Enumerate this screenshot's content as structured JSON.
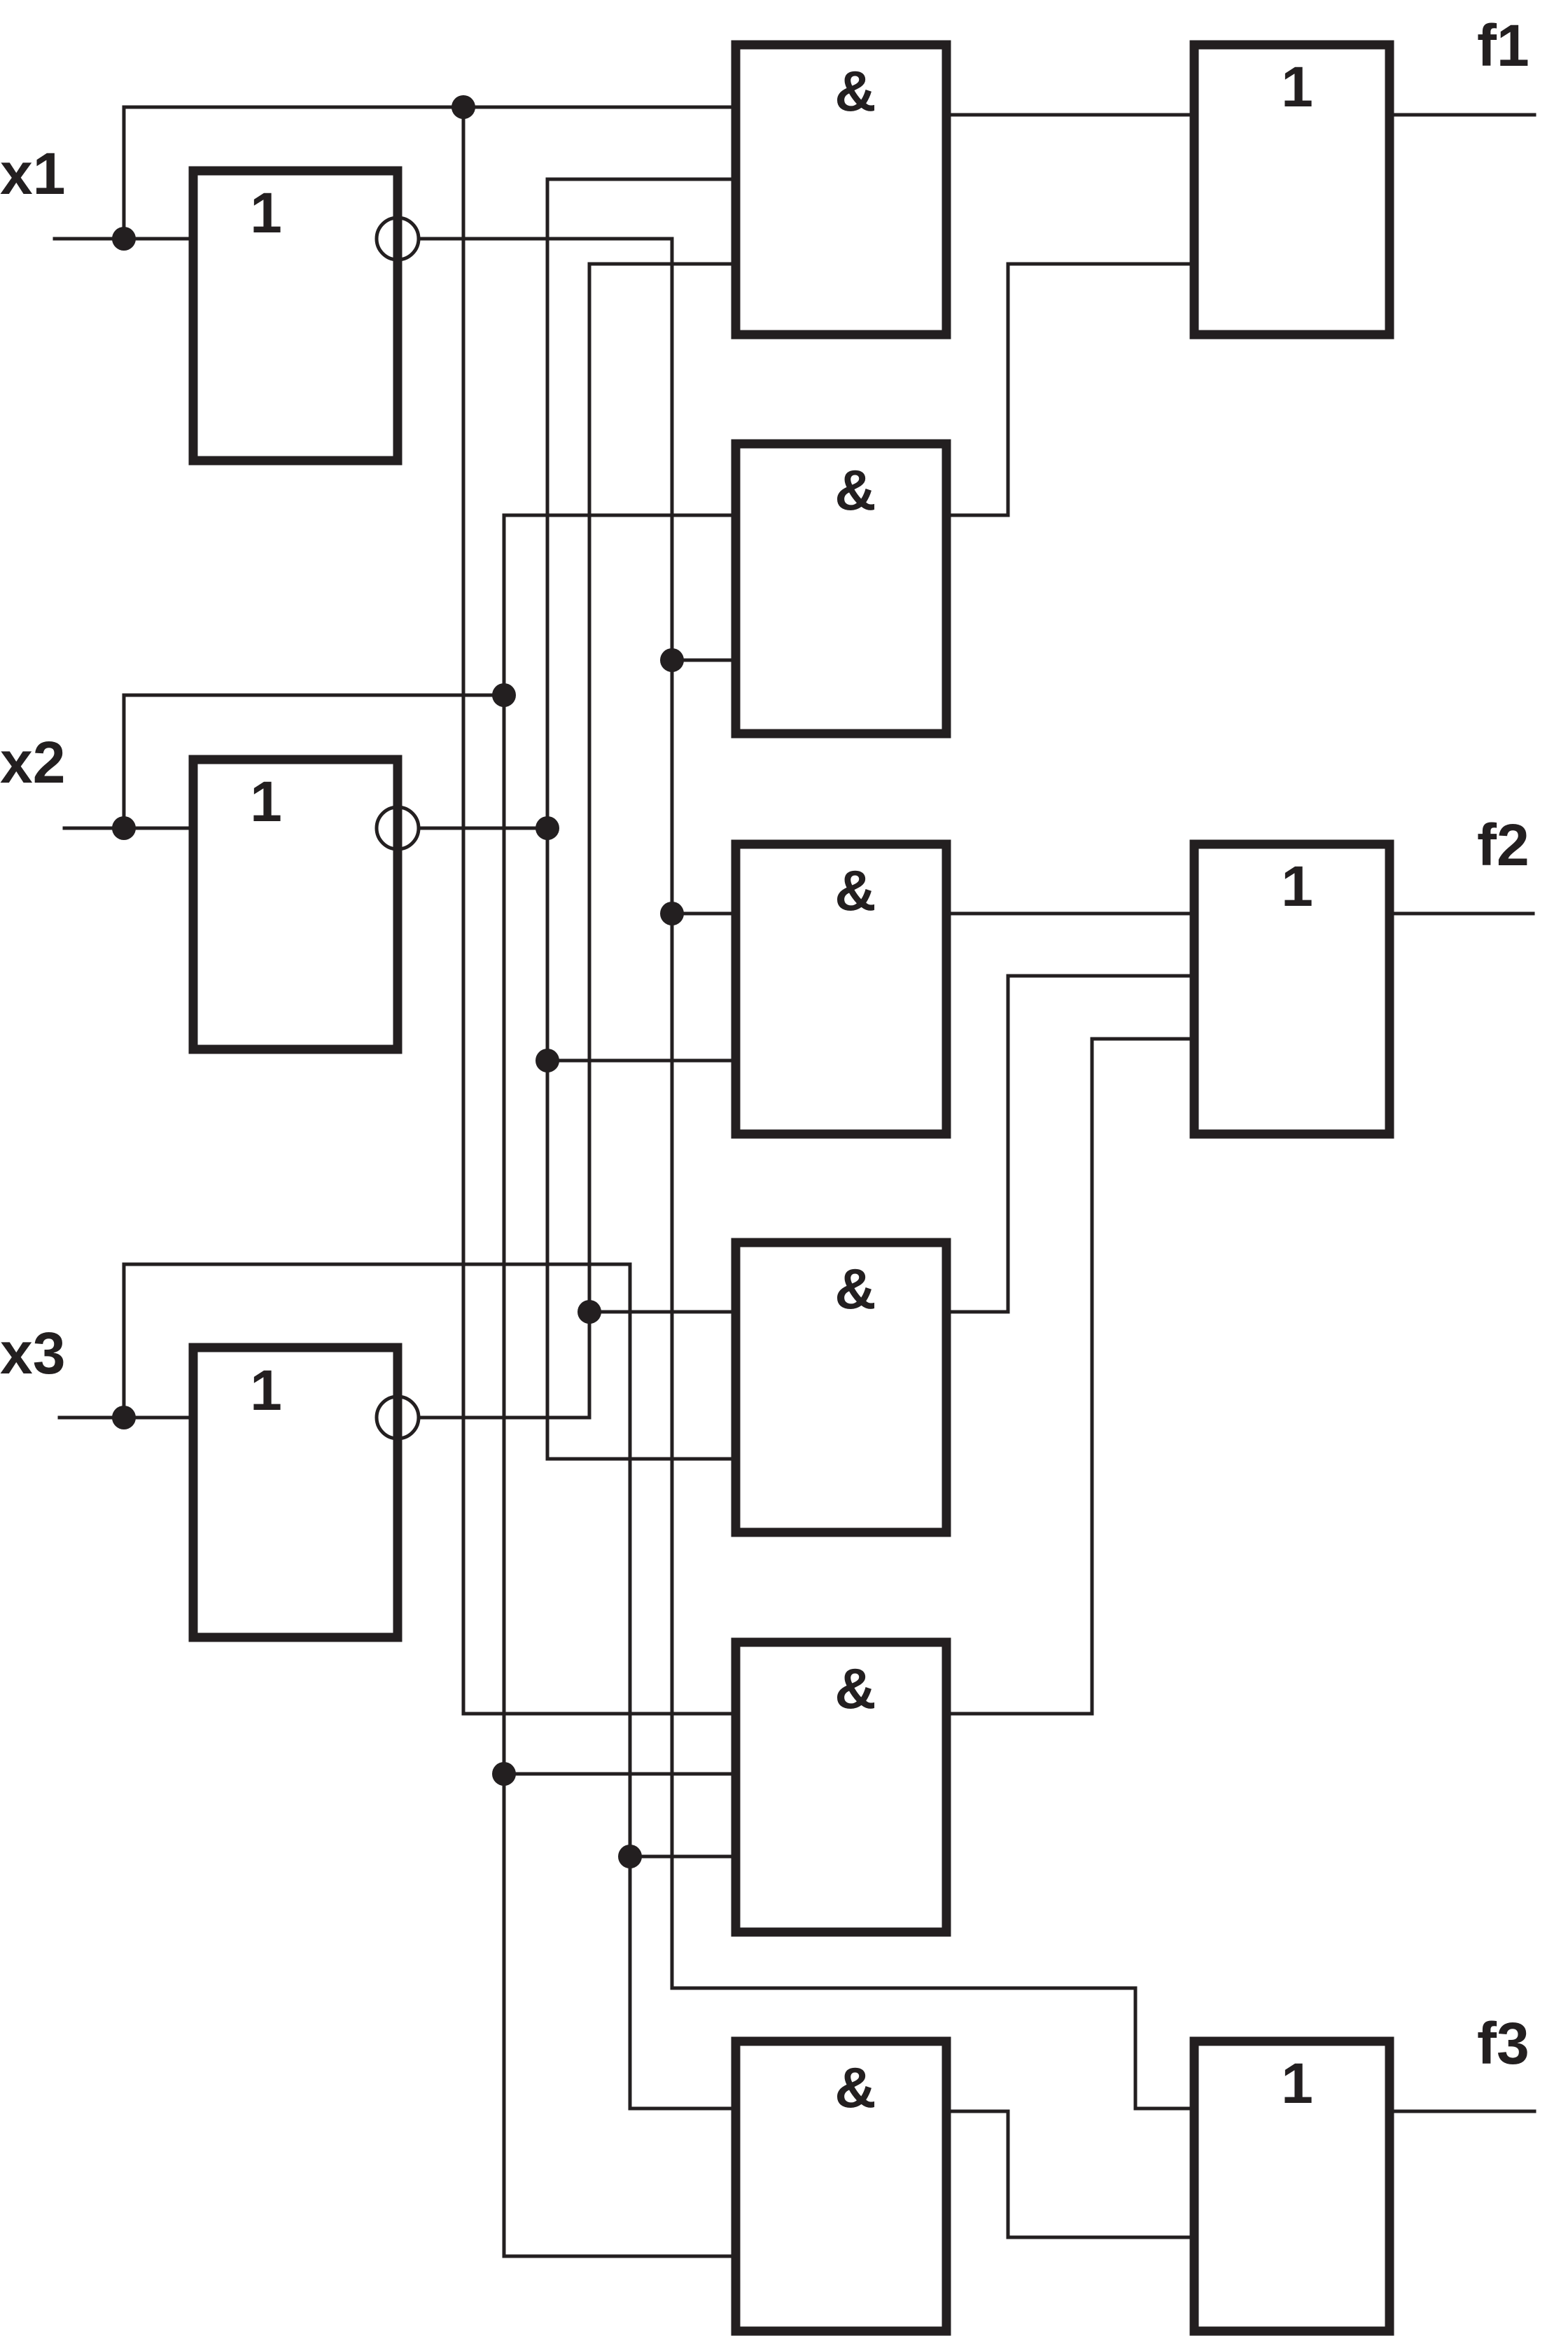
{
  "inputs": [
    "x1",
    "x2",
    "x3"
  ],
  "outputs": [
    "f1",
    "f2",
    "f3"
  ],
  "gate_symbols": {
    "not": "1",
    "and": "&",
    "or": "1"
  },
  "colors": {
    "ink": "#231f20",
    "background": "#ffffff"
  }
}
